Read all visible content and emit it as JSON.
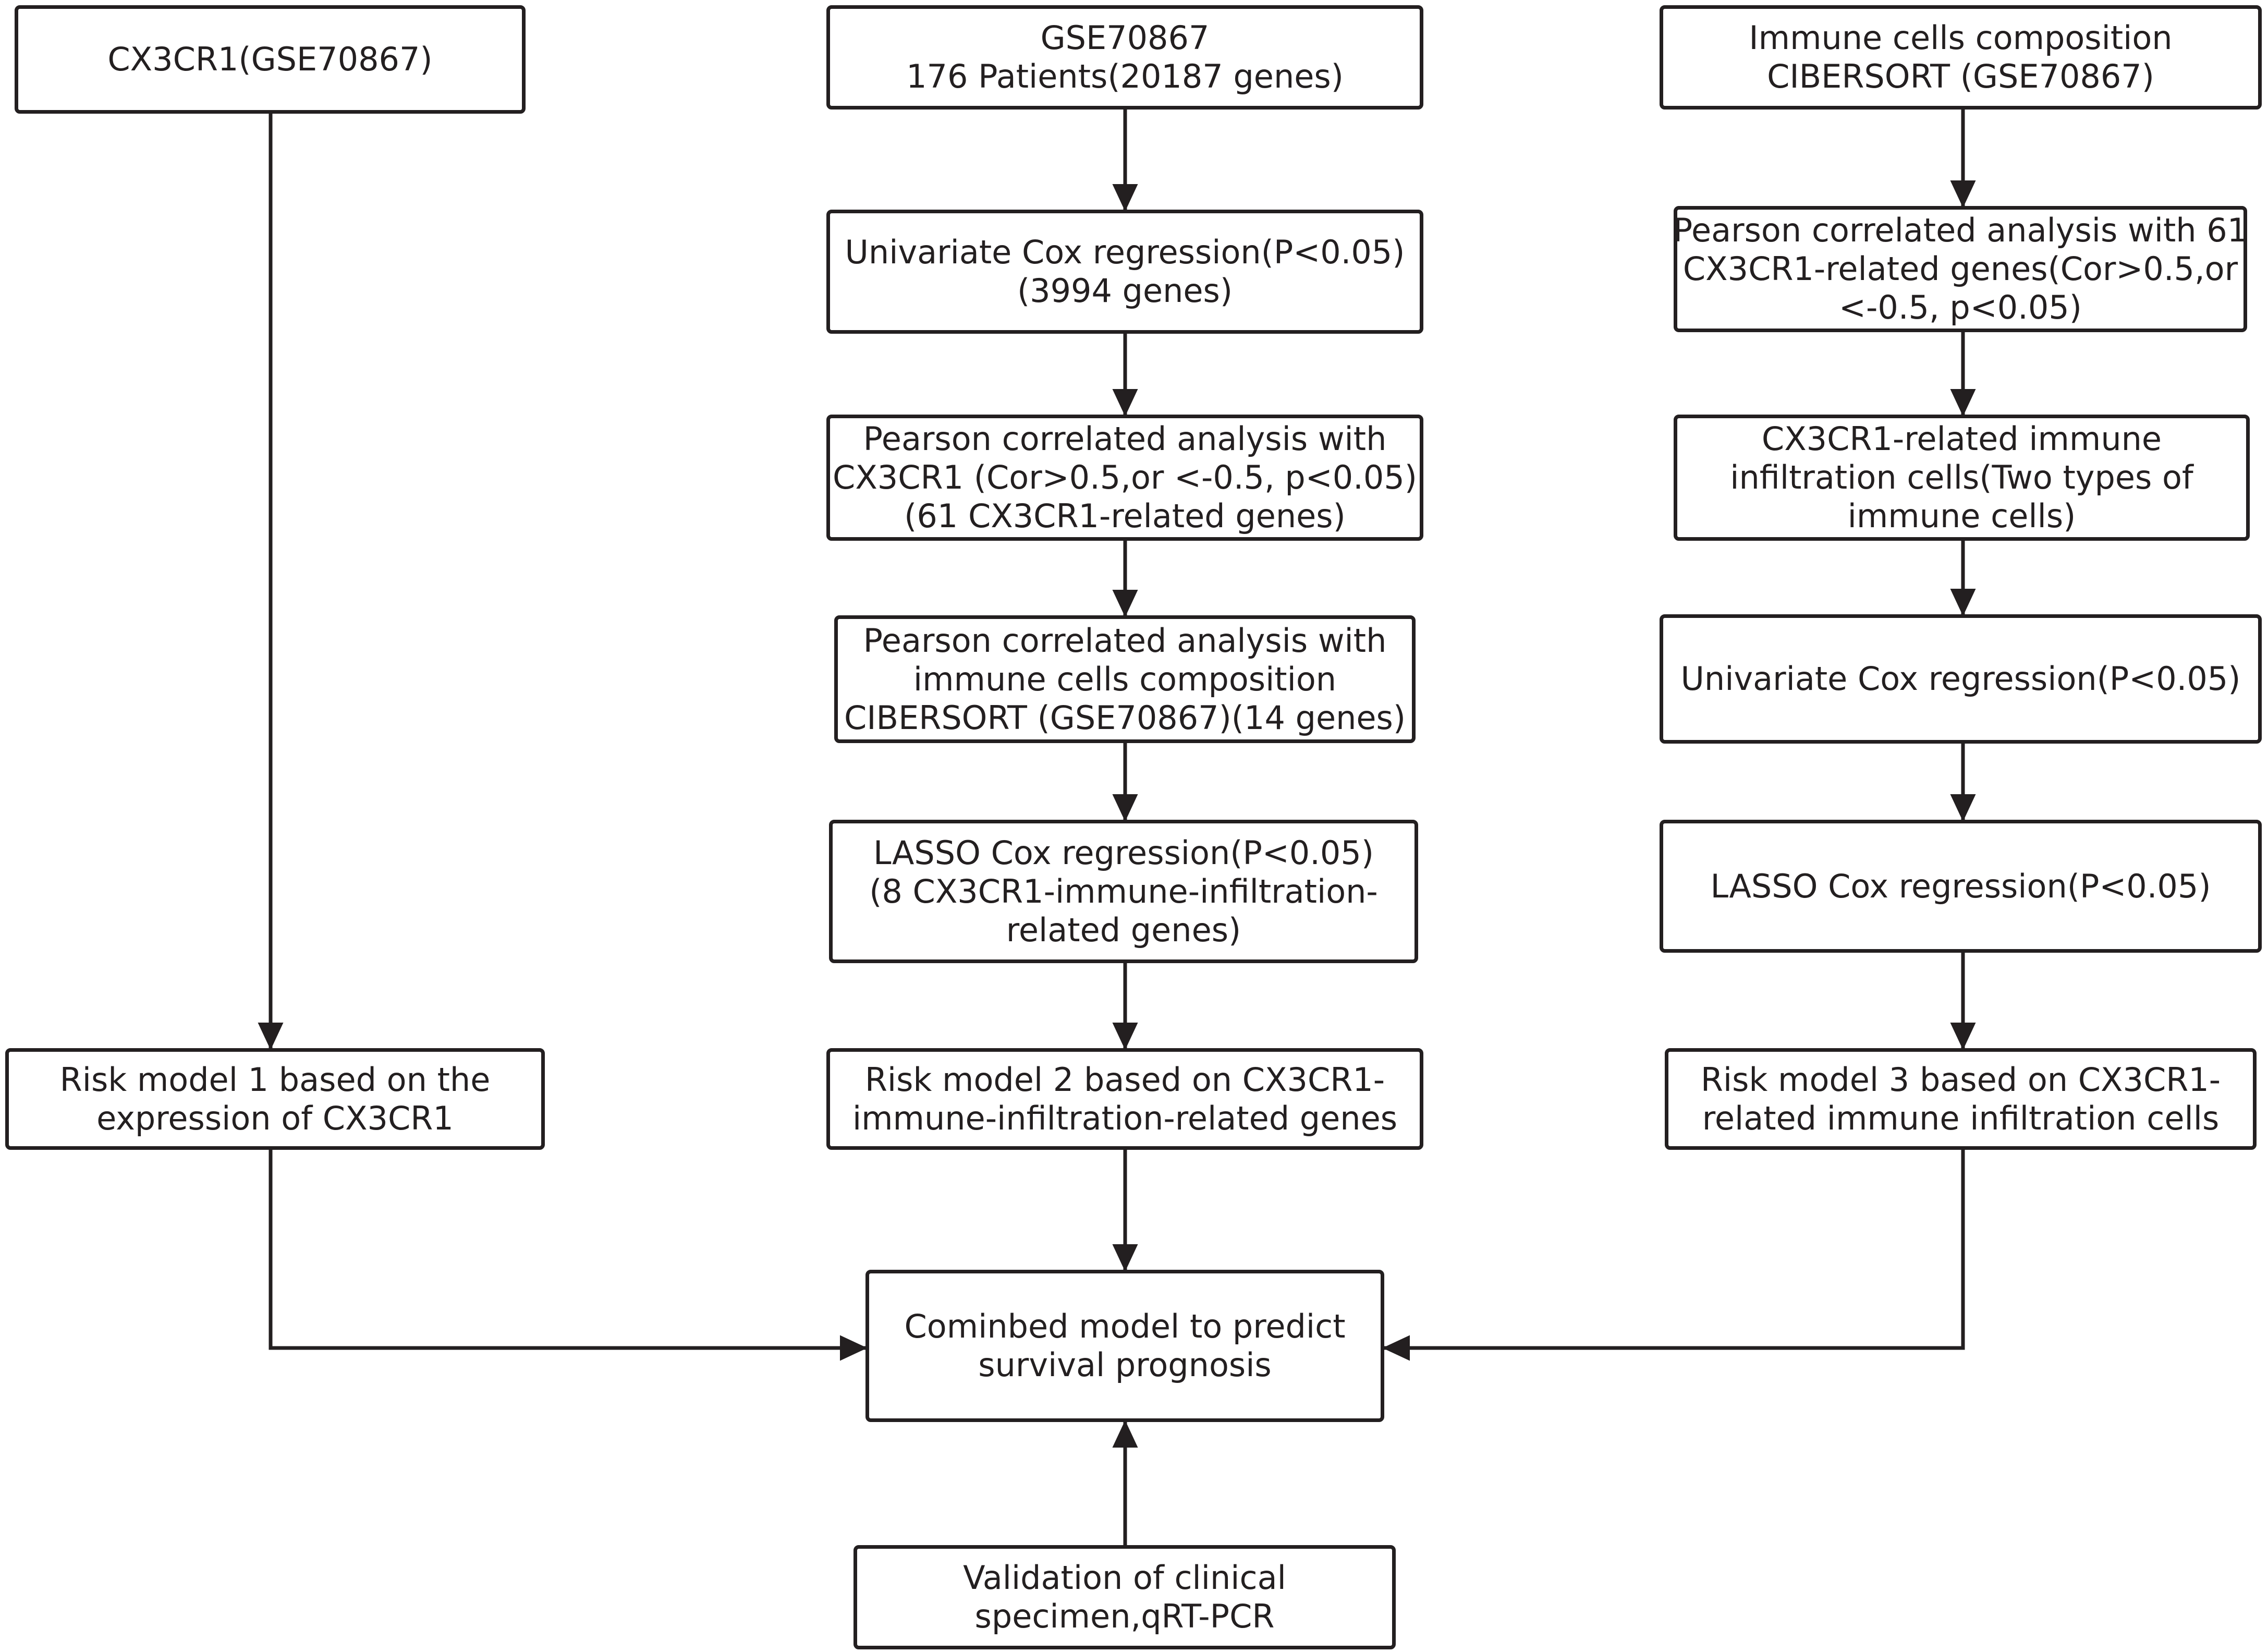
{
  "colors": {
    "stroke": "#231f20",
    "text": "#231f20",
    "background": "#ffffff"
  },
  "nodes": {
    "cx3cr1_input": [
      "CX3CR1(GSE70867)"
    ],
    "gse_input": [
      "GSE70867",
      "176 Patients(20187 genes)"
    ],
    "immune_input": [
      "Immune cells composition",
      "CIBERSORT (GSE70867)"
    ],
    "univariate_cox_genes": [
      "Univariate Cox regression(P<0.05)",
      "(3994 genes)"
    ],
    "pearson_cx3cr1": [
      "Pearson correlated analysis with",
      "CX3CR1  (Cor>0.5,or <-0.5, p<0.05)",
      "(61 CX3CR1-related genes)"
    ],
    "pearson_immune": [
      "Pearson correlated analysis with",
      "immune cells composition",
      "CIBERSORT (GSE70867)(14 genes)"
    ],
    "lasso_genes": [
      "LASSO Cox regression(P<0.05)",
      "(8 CX3CR1-immune-infiltration-",
      "related genes)"
    ],
    "pearson_61_genes": [
      "Pearson correlated analysis with 61",
      "CX3CR1-related genes(Cor>0.5,or",
      "<-0.5, p<0.05)"
    ],
    "immune_cells_related": [
      "CX3CR1-related immune",
      "infiltration cells(Two types of",
      "immune cells)"
    ],
    "univariate_cox_cells": [
      "Univariate Cox regression(P<0.05)"
    ],
    "lasso_cells": [
      "LASSO Cox regression(P<0.05)"
    ],
    "risk_model_1": [
      "Risk model 1 based on the",
      "expression of CX3CR1"
    ],
    "risk_model_2": [
      "Risk model 2 based on CX3CR1-",
      "immune-infiltration-related genes"
    ],
    "risk_model_3": [
      "Risk model 3 based on CX3CR1-",
      "related immune infiltration cells"
    ],
    "combined_model": [
      "Cominbed model to predict",
      "survival prognosis"
    ],
    "validation": [
      "Validation of clinical",
      "specimen,qRT-PCR"
    ]
  }
}
